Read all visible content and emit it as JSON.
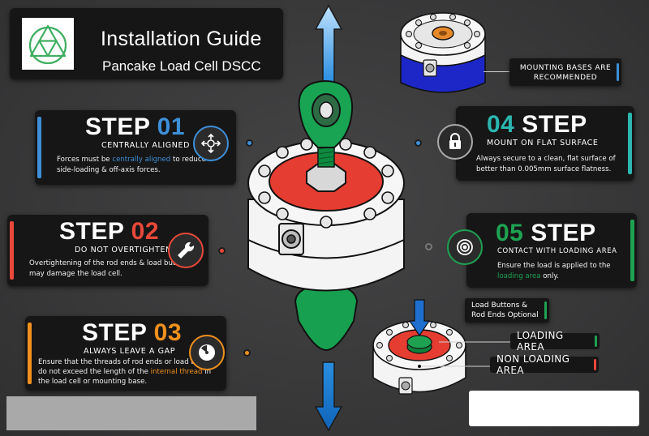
{
  "header": {
    "title": "Installation Guide",
    "subtitle": "Pancake Load Cell DSCC",
    "logo": "triangle-logo-icon"
  },
  "colors": {
    "blue": "#3d8fd8",
    "red": "#e8483a",
    "orange": "#f0901e",
    "teal": "#2bb7b0",
    "green": "#1ea252",
    "panel": "#161616",
    "background": "#3b3b3c"
  },
  "steps": {
    "s01": {
      "word": "STEP",
      "num": "01",
      "subtitle": "CENTRALLY ALIGNED",
      "desc_a": "Forces must be ",
      "desc_highlight": "centrally aligned",
      "desc_b": " to reduce side-loading & off-axis forces.",
      "icon": "crosshair-arrows-icon"
    },
    "s02": {
      "word": "STEP",
      "num": "02",
      "subtitle": "DO NOT OVERTIGHTEN",
      "desc": "Overtightening of the rod ends & load buttons may damage the load cell.",
      "icon": "wrench-icon"
    },
    "s03": {
      "word": "STEP",
      "num": "03",
      "subtitle": "ALWAYS LEAVE A GAP",
      "desc_a": "Ensure that the threads of rod ends or load buttons do not exceed the length of the ",
      "desc_highlight": "internal thread",
      "desc_b": " in the load cell or mounting base.",
      "icon": "gauge-icon"
    },
    "s04": {
      "num": "04",
      "word": "STEP",
      "subtitle": "MOUNT ON FLAT SURFACE",
      "desc": "Always secure to a clean, flat surface of better than 0.005mm surface flatness.",
      "icon": "lock-icon"
    },
    "s05": {
      "num": "05",
      "word": "STEP",
      "subtitle": "CONTACT WITH LOADING AREA",
      "desc_a": "Ensure the load is applied to the ",
      "desc_highlight": "loading area",
      "desc_b": " only.",
      "icon": "target-icon"
    }
  },
  "callouts": {
    "mounting": "MOUNTING BASES ARE RECOMMENDED",
    "optional": "Load Buttons & Rod Ends Optional",
    "loading": "LOADING AREA",
    "non_loading": "NON LOADING AREA"
  },
  "illustration": {
    "main": "pancake-load-cell-with-rod-ends",
    "top_right": "load-cell-on-mounting-base",
    "bottom_right": "load-cell-loading-area-view",
    "arrows": [
      "up-arrow-icon",
      "down-arrow-icon"
    ]
  }
}
